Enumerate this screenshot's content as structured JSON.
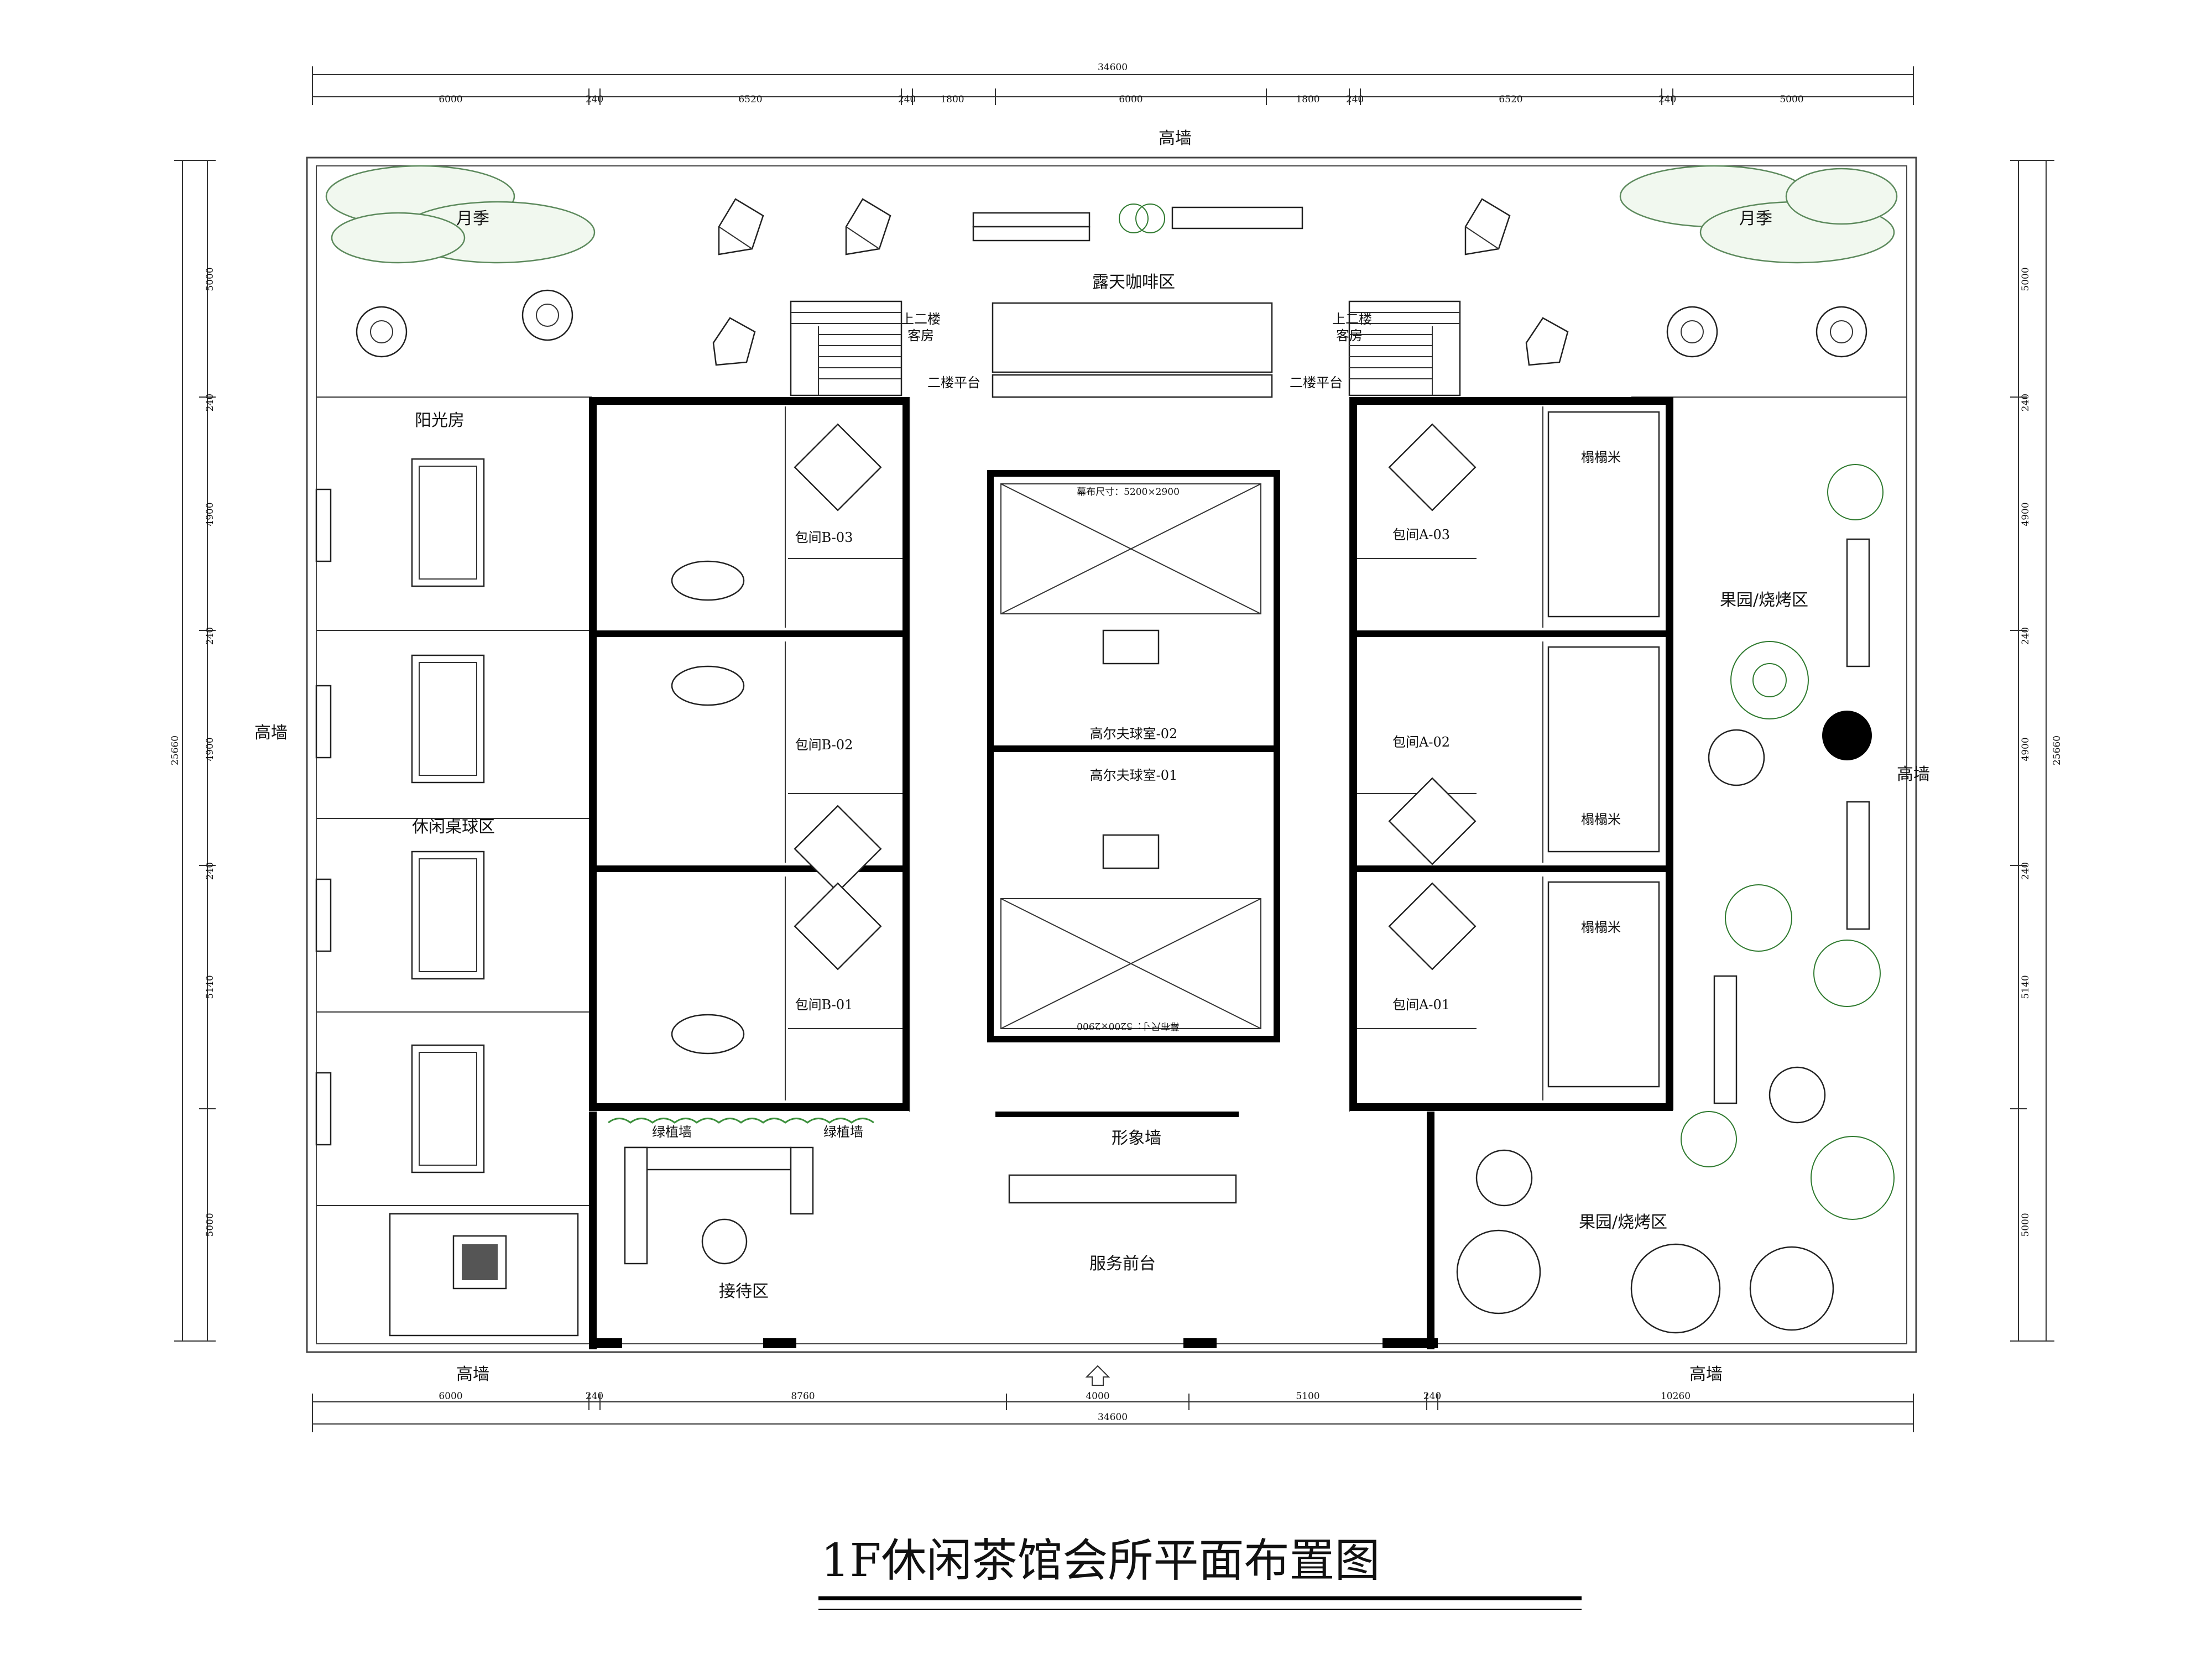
{
  "title": "1F休闲茶馆会所平面布置图",
  "dimensions": {
    "total_top": "34600",
    "top_segments": [
      "6000",
      "240",
      "6520",
      "240",
      "1800",
      "6000",
      "1800",
      "240",
      "6520",
      "240",
      "5000"
    ],
    "total_bottom": "34600",
    "bottom_segments": [
      "6000",
      "240",
      "8760",
      "4000",
      "5100",
      "240",
      "10260"
    ],
    "left_total": "25660",
    "left_segments": [
      "5000",
      "240",
      "4900",
      "240",
      "4900",
      "240",
      "5140",
      "5000"
    ],
    "right_total": "25660",
    "right_segments": [
      "5000",
      "240",
      "4900",
      "240",
      "4900",
      "240",
      "5140",
      "5000"
    ]
  },
  "walls": {
    "top": "高墙",
    "left": "高墙",
    "right": "高墙",
    "bottom_left": "高墙",
    "bottom_right": "高墙"
  },
  "zones": {
    "moon_left": "月季",
    "moon_right": "月季",
    "cafe": "露天咖啡区",
    "stair_left_up": "上二楼",
    "stair_left_guest": "客房",
    "stair_left_platform": "二楼平台",
    "stair_right_up": "上二楼",
    "stair_right_guest": "客房",
    "stair_right_platform": "二楼平台",
    "sunroom": "阳光房",
    "billiards": "休闲桌球区",
    "room_b03": "包间B-03",
    "room_b02": "包间B-02",
    "room_b01": "包间B-01",
    "room_a03": "包间A-03",
    "room_a02": "包间A-02",
    "room_a01": "包间A-01",
    "tatami_1": "榻榻米",
    "tatami_2": "榻榻米",
    "tatami_3": "榻榻米",
    "golf_02": "高尔夫球室-02",
    "golf_01": "高尔夫球室-01",
    "screen_note_top": "幕布尺寸：5200×2900",
    "screen_note_bottom": "幕布尺寸：5200×2900",
    "orchard_top": "果园/烧烤区",
    "orchard_bottom": "果园/烧烤区",
    "image_wall": "形象墙",
    "front_desk": "服务前台",
    "reception": "接待区",
    "planter_left": "绿植墙",
    "planter_right": "绿植墙"
  }
}
